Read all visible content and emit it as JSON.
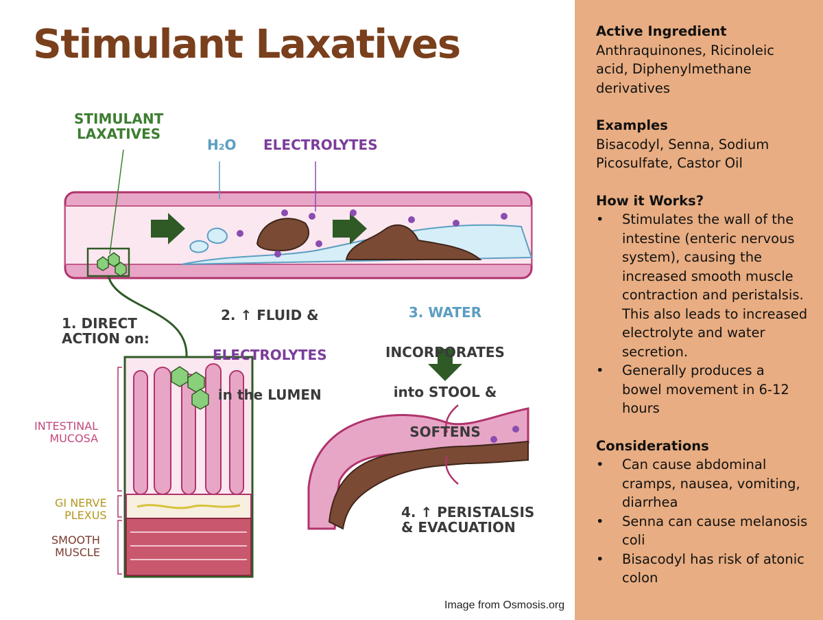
{
  "title": "Stimulant Laxatives",
  "illustration": {
    "labels": {
      "stimulant_laxatives": "STIMULANT\nLAXATIVES",
      "h2o": "H₂O",
      "electrolytes": "ELECTROLYTES",
      "step1": "1. DIRECT\nACTION on:",
      "step2_line1": "2. ↑ FLUID &",
      "step2_line2": "ELECTROLYTES",
      "step2_line3": "in the LUMEN",
      "step3_line1": "3. WATER",
      "step3_line2": "INCORPORATES",
      "step3_line3": "into STOOL &",
      "step3_line4": "SOFTENS",
      "step4": "4. ↑ PERISTALSIS\n& EVACUATION",
      "mucosa": "INTESTINAL\nMUCOSA",
      "nerve_plexus": "GI NERVE\nPLEXUS",
      "smooth_muscle": "SMOOTH\nMUSCLE"
    },
    "colors": {
      "intestine_wall": "#e8a6c7",
      "intestine_dark": "#b0336b",
      "lumen": "#fbe7f0",
      "water": "#d6eef7",
      "stool": "#7a4a35",
      "drug": "#8ad07c",
      "arrow": "#2f5a26",
      "electrolyte": "#8a4db0"
    }
  },
  "credit": "Image from Osmosis.org",
  "panel": {
    "active_ingredient": {
      "heading": "Active Ingredient",
      "text": "Anthraquinones, Ricinoleic acid, Diphenylmethane derivatives"
    },
    "examples": {
      "heading": "Examples",
      "text": "Bisacodyl, Senna, Sodium Picosulfate, Castor Oil"
    },
    "how_it_works": {
      "heading": "How it Works?",
      "bullets": [
        "Stimulates the wall of the intestine (enteric nervous system), causing the increased smooth muscle contraction and peristalsis. This also leads to increased electrolyte and water secretion.",
        "Generally produces a bowel movement in 6-12 hours"
      ]
    },
    "considerations": {
      "heading": "Considerations",
      "bullets": [
        "Can cause abdominal cramps, nausea, vomiting, diarrhea",
        "Senna can cause melanosis coli",
        "Bisacodyl has risk of atonic colon"
      ]
    },
    "bullet_char": "•",
    "background": "#e8ad82"
  }
}
